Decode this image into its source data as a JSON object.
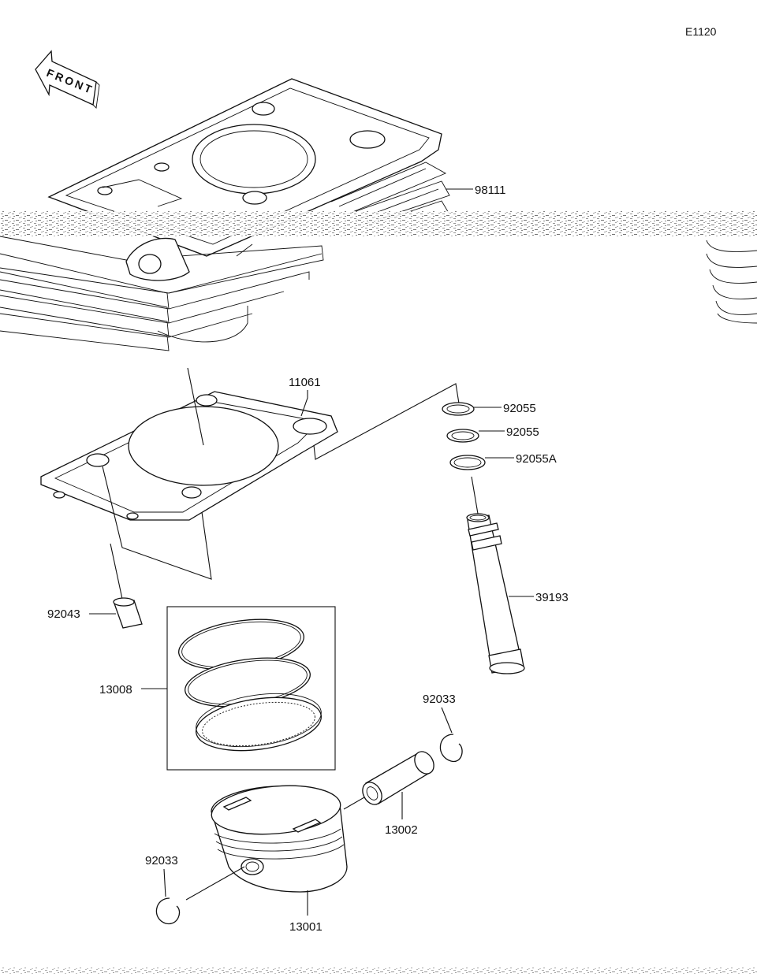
{
  "diagram": {
    "code": "E1120",
    "front_label": "FRONT",
    "parts": {
      "cylinder_head_gasket": "98111",
      "cylinder_gasket": "11061",
      "o_ring_1": "92055",
      "o_ring_2": "92055",
      "o_ring_3": "92055A",
      "oil_pipe": "39193",
      "dowel_pin": "92043",
      "piston_ring_set": "13008",
      "circlip_right": "92033",
      "piston_pin": "13002",
      "circlip_left": "92033",
      "piston": "13001"
    }
  }
}
